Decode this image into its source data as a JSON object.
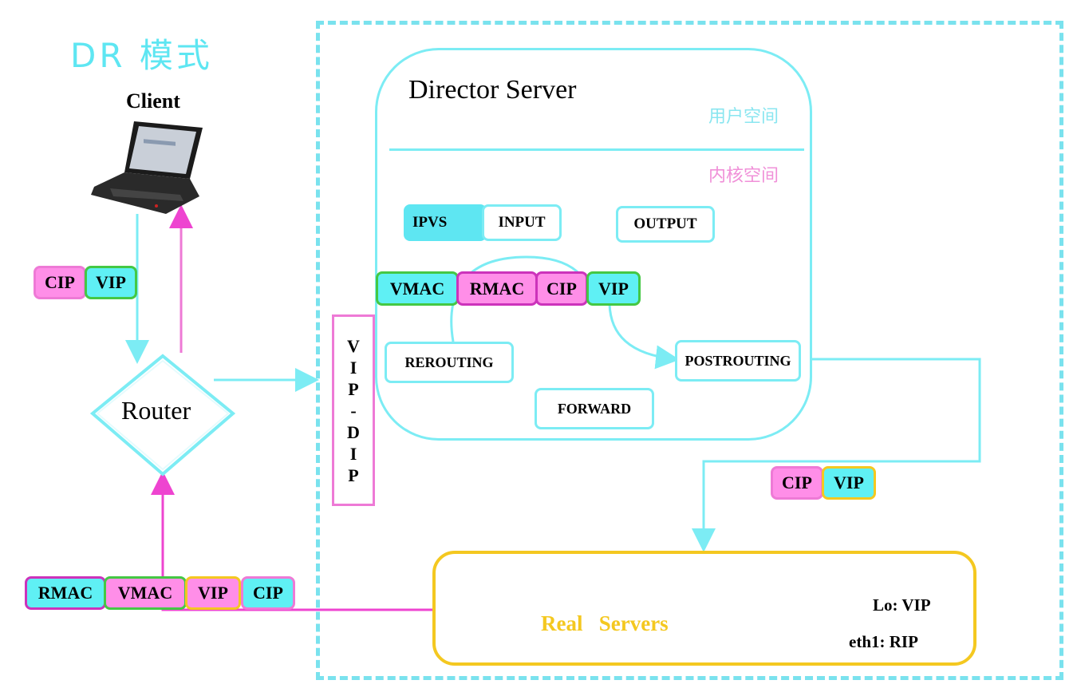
{
  "title": "DR 模式",
  "client": {
    "label": "Client"
  },
  "router": {
    "label": "Router"
  },
  "director": {
    "label": "Director Server",
    "user_space": "用户空间",
    "kernel_space": "内核空间",
    "nodes": {
      "ipvs": "IPVS",
      "input": "INPUT",
      "output": "OUTPUT",
      "rerouting": "REROUTING",
      "postrouting": "POSTROUTING",
      "forward": "FORWARD"
    }
  },
  "vip_dip": [
    "V",
    "I",
    "P",
    "-",
    "D",
    "I",
    "P"
  ],
  "packets": {
    "client_request": [
      "CIP",
      "VIP"
    ],
    "director_inner": [
      "VMAC",
      "RMAC",
      "CIP",
      "VIP"
    ],
    "to_real": [
      "CIP",
      "VIP"
    ],
    "response": [
      "RMAC",
      "VMAC",
      "VIP",
      "CIP"
    ]
  },
  "real_servers": {
    "label": "Real   Servers",
    "lo": "Lo: VIP",
    "eth1": "eth1: RIP"
  },
  "colors": {
    "cyan": "#5ff0f4",
    "pink": "#ff8ee8",
    "line_cyan": "#7cecf4",
    "line_pink": "#ee44d0",
    "gold": "#f4c820",
    "green": "#44c844"
  }
}
